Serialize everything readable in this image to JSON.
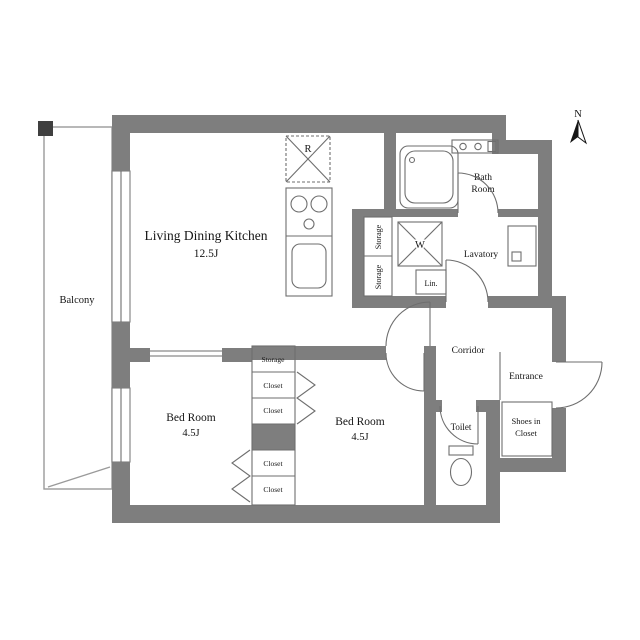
{
  "compass": {
    "north_label": "N"
  },
  "rooms": {
    "balcony": {
      "label": "Balcony"
    },
    "living_dining_kitchen": {
      "label": "Living Dining Kitchen",
      "size": "12.5J"
    },
    "bath_room": {
      "label_line1": "Bath",
      "label_line2": "Room"
    },
    "lavatory": {
      "label": "Lavatory"
    },
    "corridor": {
      "label": "Corridor"
    },
    "entrance": {
      "label": "Entrance"
    },
    "toilet": {
      "label": "Toilet"
    },
    "shoes_in_closet": {
      "label_line1": "Shoes in",
      "label_line2": "Closet"
    },
    "bedroom_left": {
      "label": "Bed Room",
      "size": "4.5J"
    },
    "bedroom_right": {
      "label": "Bed Room",
      "size": "4.5J"
    }
  },
  "storage": {
    "vertical_labels": [
      "Storage",
      "Storage"
    ],
    "between_bedrooms_label": "Storage",
    "closet_labels": [
      "Closet",
      "Closet",
      "Closet",
      "Closet"
    ],
    "linen_label": "Lin."
  },
  "appliances": {
    "refrigerator_label": "R",
    "washer_label": "W"
  },
  "colors": {
    "wall": "#7e7e7e",
    "line": "#6e6e6e",
    "text": "#151515",
    "background": "#ffffff"
  }
}
